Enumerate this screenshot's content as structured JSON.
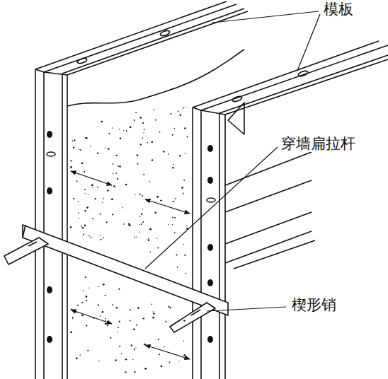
{
  "diagram": {
    "labels": [
      "模板",
      "穿墙扁拉杆",
      "楔形销"
    ]
  }
}
